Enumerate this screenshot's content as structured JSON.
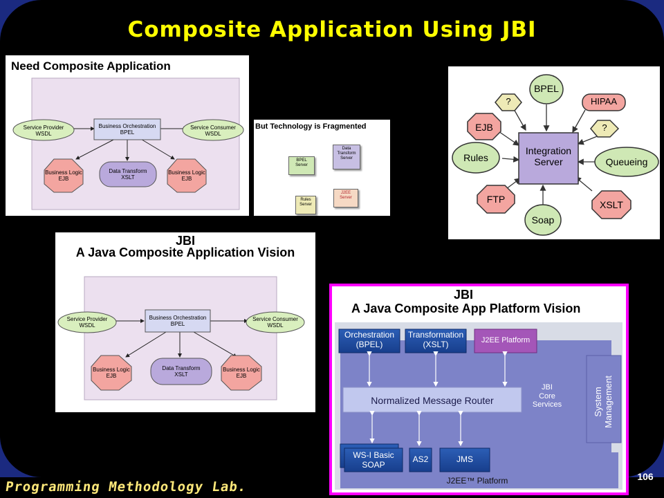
{
  "slide": {
    "title": "Composite Application Using JBI",
    "footer_lab": "Programming Methodology Lab.",
    "page_number": "106",
    "colors": {
      "background": "#1b2a80",
      "black_area": "#000000",
      "title": "#ffff00",
      "magenta_frame": "#ff00ff"
    }
  },
  "panel1": {
    "title": "Need Composite Application",
    "nodes": {
      "provider": [
        "Service Provider",
        "WSDL"
      ],
      "orchestration": [
        "Business Orchestration",
        "BPEL"
      ],
      "consumer": [
        "Service Consumer",
        "WSDL"
      ],
      "logic_left": [
        "Business Logic",
        "EJB"
      ],
      "transform": [
        "Data Transform",
        "XSLT"
      ],
      "logic_right": [
        "Business Logic",
        "EJB"
      ]
    }
  },
  "panel2": {
    "title": "But Technology is Fragmented",
    "boxes": {
      "bpel": [
        "BPEL",
        "Server"
      ],
      "data_transform": [
        "Data",
        "Transform",
        "Server"
      ],
      "rules": [
        "Rules",
        "Server"
      ],
      "j2ee": [
        "J2EE",
        "Server"
      ]
    }
  },
  "panel3": {
    "hub": [
      "Integration",
      "Server"
    ],
    "spokes": {
      "bpel": "BPEL",
      "hipaa": "HIPAA",
      "question_right": "?",
      "queueing": "Queueing",
      "xslt": "XSLT",
      "soap": "Soap",
      "ftp": "FTP",
      "rules": "Rules",
      "ejb": "EJB",
      "question_left": "?"
    }
  },
  "panel4": {
    "title_line1": "JBI",
    "title_line2": "A Java Composite Application Vision",
    "nodes": {
      "provider": [
        "Service Provider",
        "WSDL"
      ],
      "orchestration": [
        "Business Orchestration",
        "BPEL"
      ],
      "consumer": [
        "Service Consumer",
        "WSDL"
      ],
      "logic_left": [
        "Business Logic",
        "EJB"
      ],
      "transform": [
        "Data Transform",
        "XSLT"
      ],
      "logic_right": [
        "Business Logic",
        "EJB"
      ]
    }
  },
  "panel5": {
    "title_line1": "JBI",
    "title_line2": "A Java Composite App Platform Vision",
    "orchestration": [
      "Orchestration",
      "(BPEL)"
    ],
    "transformation": [
      "Transformation",
      "(XSLT)"
    ],
    "j2ee_platform_box": "J2EE Platform",
    "nmr": "Normalized Message Router",
    "core_services": [
      "JBI",
      "Core",
      "Services"
    ],
    "system_management": [
      "System",
      "Management"
    ],
    "wsi": [
      "WS-I Basic",
      "SOAP"
    ],
    "as2": "AS2",
    "jms": "JMS",
    "j2ee_base": "J2EE™ Platform"
  }
}
